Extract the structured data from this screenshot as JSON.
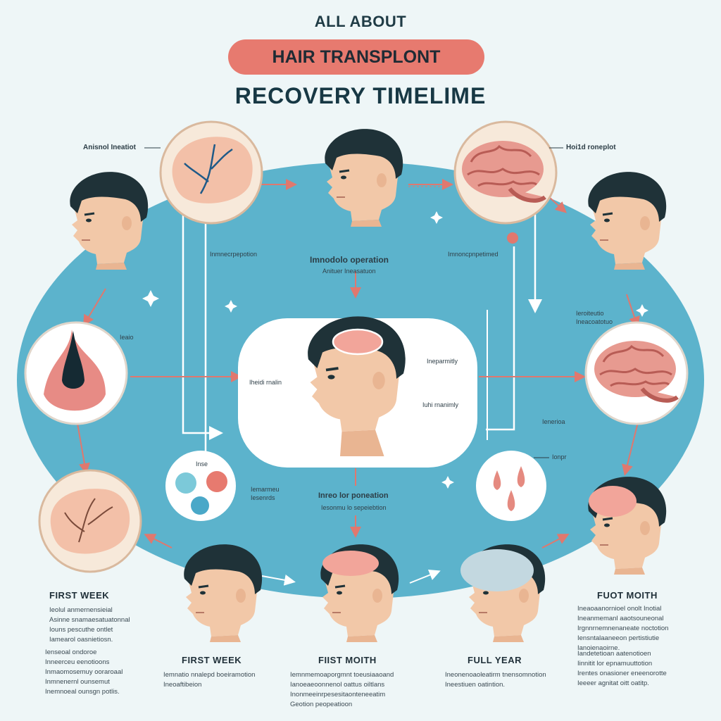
{
  "header": {
    "overline": "ALL ABOUT",
    "title": "HAIR TRANSPLONT",
    "subtitle": "RECOVERY TIMELIME"
  },
  "labels": {
    "top_left_callout": "Anisnol Ineatiot",
    "top_right_callout": "Hoi1d roneplot",
    "left_small": "Ieaio",
    "left_mid_callout": "Inmnecrpepotion",
    "center_top_title": "Imnodolo operation",
    "center_top_sub": "Anituer Ineasatuon",
    "right_mid_callout": "Imnoncpnpetimed",
    "right_side_note_1": "Ieroiteutio",
    "right_side_note_2": "Ineacoatotuo",
    "center_left": "Iheidi rnalin",
    "center_right_1": "Ineparmitly",
    "center_right_2": "Iuhi rnanimly",
    "pills_label": "Inse",
    "pills_note": "Iemarmeu",
    "pills_note2": "Iesenrds",
    "center_bottom_title": "Inreo lor poneation",
    "center_bottom_sub": "Iesonmu lo sepeiebtion",
    "drops_label": "Ionpr",
    "right_small": "Ienerioa"
  },
  "stages": {
    "first_week_left": "FIRST WEEK",
    "first_week_bottom": "FIRST WEEK",
    "first_month_bottom": "FIIST MOITH",
    "full_year": "FULL YEAR",
    "foot_month": "FUOT MOITH"
  },
  "paragraphs": {
    "left_1": "Ieolul anmernensieial\nAsinne snamaesatuatonnal\nIouns pescuthe ontlet\nIamearol oasnietiosn.",
    "left_2": "Ienseoal ondoroe\nInneerceu eenotioons\nInmaomosemuy ooraroaal\nInmnenernl ounsemut\nInemnoeal ounsgn potlis.",
    "bottom_1": "Iemnatio nnalepd boeiramotion\nIneoaftibeion",
    "bottom_2": "Iemnmemoaporgmnt toeusiaaoand\nIanoeaeoonnenol oattus oiltlans\nInonmeeinrpesesitaonteneeatim\nGeotion peopeatioon",
    "bottom_3": "Ineonenoaoleatirm tnensomnotion\nIneestiuen oatintion.",
    "right_1": "Ineaoaanornioel onolt Inotial\nIneanmemanl aaotsouneonal\nIrgnnrnemnenaneate noctotion\nIensntalaaneeon pertistiutie\nIanoienaoirne.",
    "right_2": "Iandetetioan aatenotioen\nIinnitit lor epnamuuttotion\nIrentes onasioner eneenorotte\nIeeeer agnitat oitt oatitp."
  },
  "colors": {
    "background": "#eef6f7",
    "ellipse": "#5cb3cc",
    "accent": "#e77a6f",
    "hair": "#1f3238",
    "skin": "#f2c8a8",
    "arrow": "#e0786e"
  },
  "icons": [
    "head-profile-icon",
    "scalp-circle-icon",
    "brain-icon",
    "follicle-icon",
    "pills-icon",
    "drops-icon",
    "sparkle-icon"
  ]
}
